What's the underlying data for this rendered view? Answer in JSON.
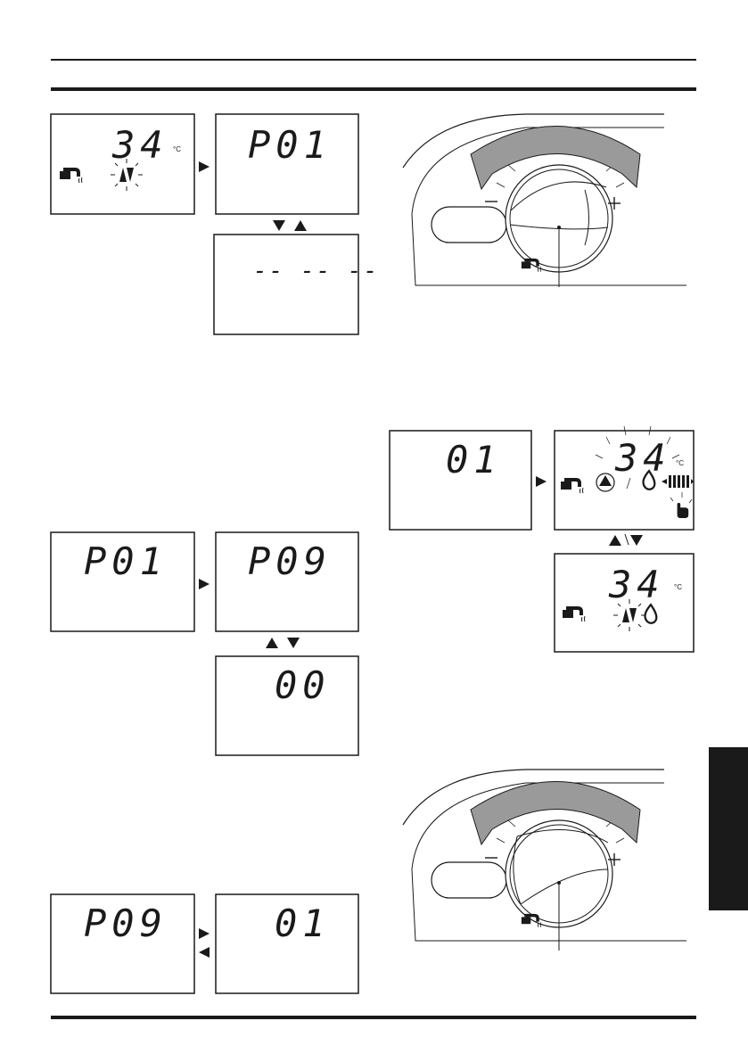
{
  "screens": {
    "s1": {
      "digits": "34",
      "unit": "°C"
    },
    "s2": {
      "digits": "P01"
    },
    "s3": {
      "digits": "-- -- --"
    },
    "s4": {
      "digits": "P01"
    },
    "s5": {
      "digits": "P09"
    },
    "s6": {
      "digits": "00"
    },
    "s7": {
      "digits": "P09"
    },
    "s8": {
      "digits": "01"
    },
    "s9": {
      "digits": "01"
    },
    "s10": {
      "digits": "34",
      "unit": "°C"
    },
    "s11": {
      "digits": "34",
      "unit": "°C"
    }
  },
  "icons": [
    "tap-icon",
    "up-down-arrows-icon",
    "flame-icon",
    "radiator-icon",
    "hand-icon",
    "minus-icon",
    "plus-icon",
    "knob-icon"
  ],
  "colors": {
    "ink": "#1a1a1a",
    "arc_arrow": "#9a9a9a",
    "side_tab": "#1a1a1a"
  }
}
